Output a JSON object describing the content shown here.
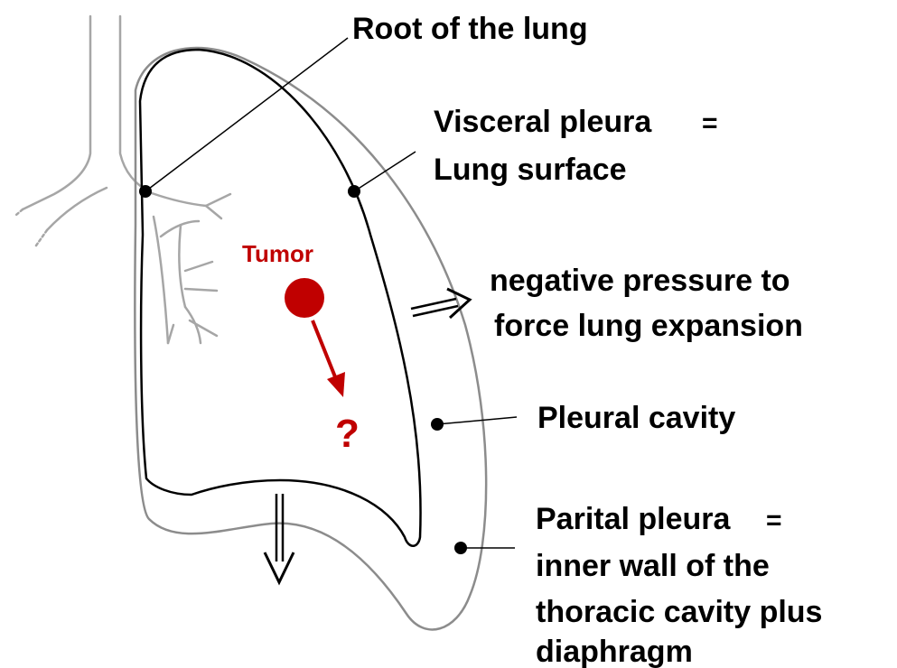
{
  "labels": {
    "root": "Root of the lung",
    "visceral_1": "Visceral pleura",
    "visceral_eq": "=",
    "visceral_2": "Lung surface",
    "negative_1": "negative pressure to",
    "negative_2": "force lung expansion",
    "pleural_cavity": "Pleural cavity",
    "parietal_1": "Parital pleura",
    "parietal_eq": "=",
    "parietal_2": "inner wall of the",
    "parietal_3": "thoracic cavity plus",
    "parietal_4": "diaphragm",
    "tumor": "Tumor",
    "question": "?"
  },
  "colors": {
    "text": "#000000",
    "tumor": "#c00000",
    "cavity_outline": "#8c8c8c",
    "lung_outline": "#000000",
    "bronchi": "#a6a6a6"
  }
}
